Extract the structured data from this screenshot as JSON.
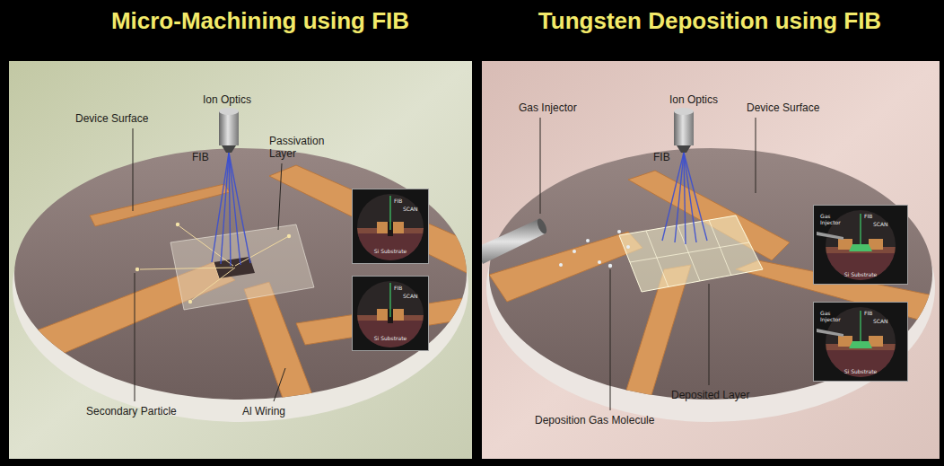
{
  "diagram": {
    "nodes": [
      {
        "text": [
          "Micro-Machining using FIB"
        ]
      },
      {
        "text": [
          "FIB",
          "SCAN",
          "Si Substrate"
        ],
        "in": 0
      },
      {
        "text": [
          "FIB",
          "SCAN",
          "Si Substrate"
        ],
        "in": 0
      },
      {
        "text": [
          "Tungsten Deposition using FIB"
        ]
      },
      {
        "text": [
          "Gas Injector",
          "FIB",
          "SCAN",
          "Si Substrate"
        ],
        "in": 3
      },
      {
        "text": [
          "Gas Injector",
          "FIB",
          "SCAN",
          "Si Substrate"
        ],
        "in": 3
      }
    ],
    "labels": [
      "Ion Optics",
      "Device Surface",
      "FIB",
      "Passivation Layer",
      "Secondary Particle",
      "Al Wiring",
      "Gas Injector",
      "Ion Optics",
      "FIB",
      "Device Surface",
      "Deposited Layer",
      "Deposition Gas Molecule"
    ]
  }
}
